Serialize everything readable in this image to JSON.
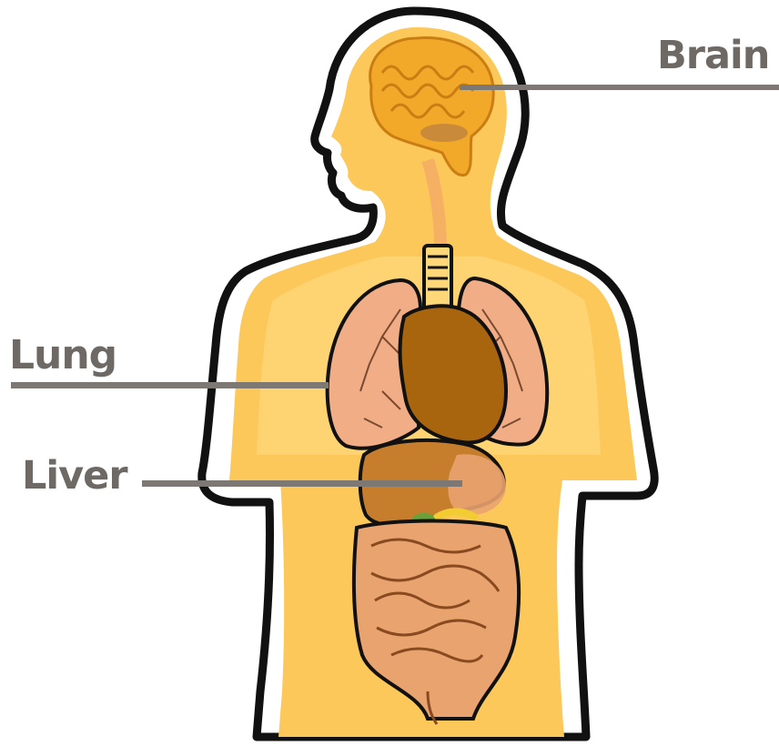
{
  "labels": {
    "brain": "Brain",
    "lung": "Lung",
    "liver": "Liver"
  },
  "colors": {
    "outline": "#111111",
    "body_fill": "#fdc85a",
    "body_inner": "#fed779",
    "brain": "#f2a92a",
    "lung": "#f1ae86",
    "heart": "#a8650e",
    "liver": "#c67e2d",
    "intestine": "#e9a36f",
    "label_text": "#6e6965",
    "leader_line": "#7e7874"
  }
}
